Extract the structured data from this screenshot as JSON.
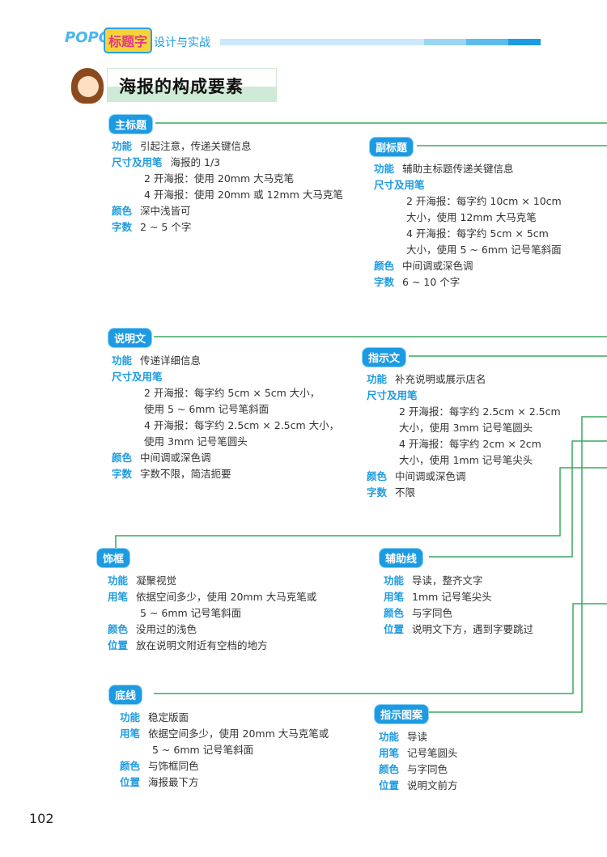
{
  "header": {
    "logo_text": "POPO",
    "logo_badge": "标题字",
    "book_title": "设计与实战"
  },
  "page_title": "海报的构成要素",
  "page_number": "102",
  "colors": {
    "accent": "#1d9be2",
    "line": "#3aa860"
  },
  "sections": {
    "main_title": {
      "label": "主标题",
      "rows": [
        {
          "k": "功能",
          "v": "引起注意，传递关键信息"
        },
        {
          "k": "尺寸及用笔",
          "v": "海报的 1/3"
        },
        {
          "k": "",
          "v": "2 开海报：使用 20mm 大马克笔"
        },
        {
          "k": "",
          "v": "4 开海报：使用 20mm 或 12mm 大马克笔"
        },
        {
          "k": "颜色",
          "v": "深中浅皆可"
        },
        {
          "k": "字数",
          "v": "2 ~ 5 个字"
        }
      ]
    },
    "subtitle": {
      "label": "副标题",
      "rows": [
        {
          "k": "功能",
          "v": "辅助主标题传递关键信息"
        },
        {
          "k": "尺寸及用笔",
          "v": ""
        },
        {
          "k": "",
          "v": "2 开海报：每字约 10cm × 10cm"
        },
        {
          "k": "",
          "v": "大小，使用 12mm 大马克笔"
        },
        {
          "k": "",
          "v": "4 开海报：每字约 5cm × 5cm"
        },
        {
          "k": "",
          "v": "大小，使用 5 ~ 6mm 记号笔斜面"
        },
        {
          "k": "颜色",
          "v": "中间调或深色调"
        },
        {
          "k": "字数",
          "v": "6 ~ 10 个字"
        }
      ]
    },
    "body_text": {
      "label": "说明文",
      "rows": [
        {
          "k": "功能",
          "v": "传递详细信息"
        },
        {
          "k": "尺寸及用笔",
          "v": ""
        },
        {
          "k": "",
          "v": "2 开海报：每字约 5cm × 5cm 大小，"
        },
        {
          "k": "",
          "v": "使用 5 ~ 6mm 记号笔斜面"
        },
        {
          "k": "",
          "v": "4 开海报：每字约 2.5cm × 2.5cm 大小，"
        },
        {
          "k": "",
          "v": "使用 3mm 记号笔圆头"
        },
        {
          "k": "颜色",
          "v": "中间调或深色调"
        },
        {
          "k": "字数",
          "v": "字数不限，简洁扼要"
        }
      ]
    },
    "pointer_text": {
      "label": "指示文",
      "rows": [
        {
          "k": "功能",
          "v": "补充说明或展示店名"
        },
        {
          "k": "尺寸及用笔",
          "v": ""
        },
        {
          "k": "",
          "v": "2 开海报：每字约 2.5cm × 2.5cm"
        },
        {
          "k": "",
          "v": "大小，使用 3mm 记号笔圆头"
        },
        {
          "k": "",
          "v": "4 开海报：每字约 2cm × 2cm"
        },
        {
          "k": "",
          "v": "大小，使用 1mm 记号笔尖头"
        },
        {
          "k": "颜色",
          "v": "中间调或深色调"
        },
        {
          "k": "字数",
          "v": "不限"
        }
      ]
    },
    "frame": {
      "label": "饰框",
      "rows": [
        {
          "k": "功能",
          "v": "凝聚视觉"
        },
        {
          "k": "用笔",
          "v": "依据空间多少，使用 20mm 大马克笔或"
        },
        {
          "k": "",
          "v": "5 ~ 6mm 记号笔斜面"
        },
        {
          "k": "颜色",
          "v": "没用过的浅色"
        },
        {
          "k": "位置",
          "v": "放在说明文附近有空档的地方"
        }
      ]
    },
    "guide_line": {
      "label": "辅助线",
      "rows": [
        {
          "k": "功能",
          "v": "导读，整齐文字"
        },
        {
          "k": "用笔",
          "v": "1mm 记号笔尖头"
        },
        {
          "k": "颜色",
          "v": "与字同色"
        },
        {
          "k": "位置",
          "v": "说明文下方，遇到字要跳过"
        }
      ]
    },
    "base_line": {
      "label": "底线",
      "rows": [
        {
          "k": "功能",
          "v": "稳定版面"
        },
        {
          "k": "用笔",
          "v": "依据空间多少，使用 20mm 大马克笔或"
        },
        {
          "k": "",
          "v": "5 ~ 6mm 记号笔斜面"
        },
        {
          "k": "颜色",
          "v": "与饰框同色"
        },
        {
          "k": "位置",
          "v": "海报最下方"
        }
      ]
    },
    "pointer_pattern": {
      "label": "指示图案",
      "rows": [
        {
          "k": "功能",
          "v": "导读"
        },
        {
          "k": "用笔",
          "v": "记号笔圆头"
        },
        {
          "k": "颜色",
          "v": "与字同色"
        },
        {
          "k": "位置",
          "v": "说明文前方"
        }
      ]
    }
  }
}
